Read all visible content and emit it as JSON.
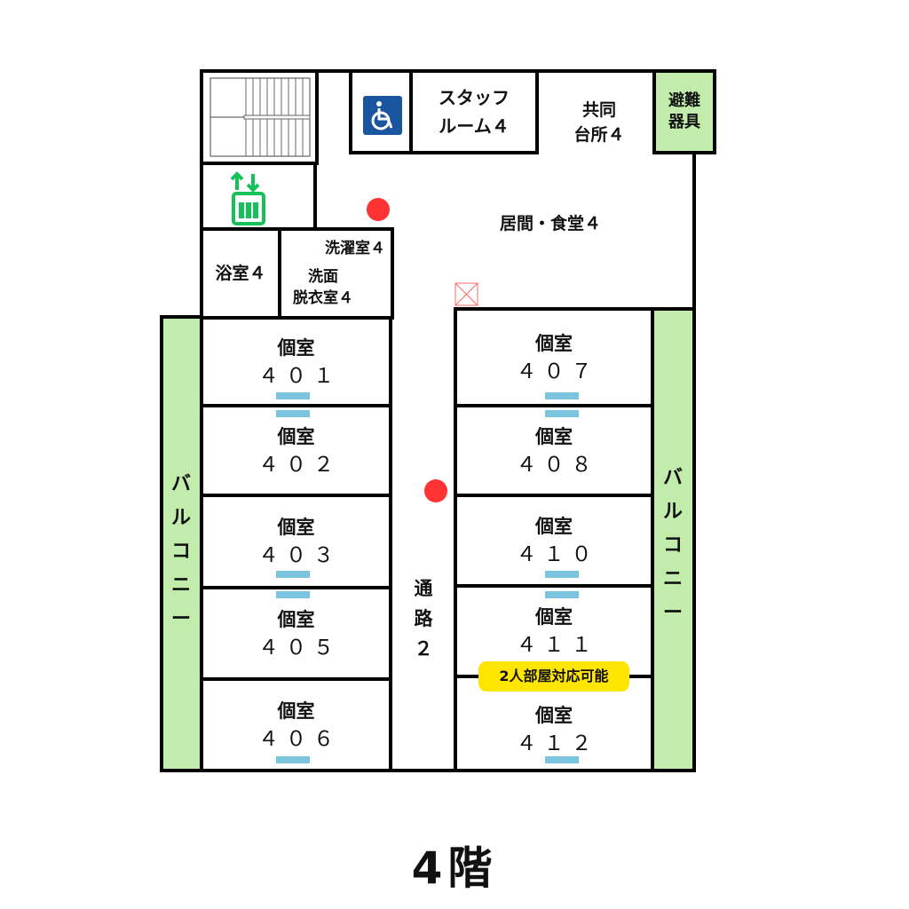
{
  "floor_title": "4階",
  "rooms_top": {
    "staff": "スタッフ\nルーム４",
    "kitchen": "共同\n台所４",
    "evac": "避難\n器具",
    "living": "居間・食堂４",
    "laundry": "洗濯室４",
    "bath": "浴室４",
    "dressing": "洗面\n脱衣室４"
  },
  "corridor": "通\n路\n２",
  "balcony": "バ\nル\nコ\nニ\nー",
  "room_label": "個室",
  "left_rooms": [
    "４０１",
    "４０２",
    "４０３",
    "４０５",
    "４０６"
  ],
  "right_rooms": [
    "４０７",
    "４０８",
    "４１０",
    "４１１",
    "４１２"
  ],
  "badge": "2人部屋対応可能",
  "colors": {
    "balcony": "#c1ecac",
    "door": "#7bc4de",
    "dot": "#ff3333",
    "badge": "#ffe600",
    "accessible": "#1a55a0",
    "elevator": "#17c15a"
  }
}
